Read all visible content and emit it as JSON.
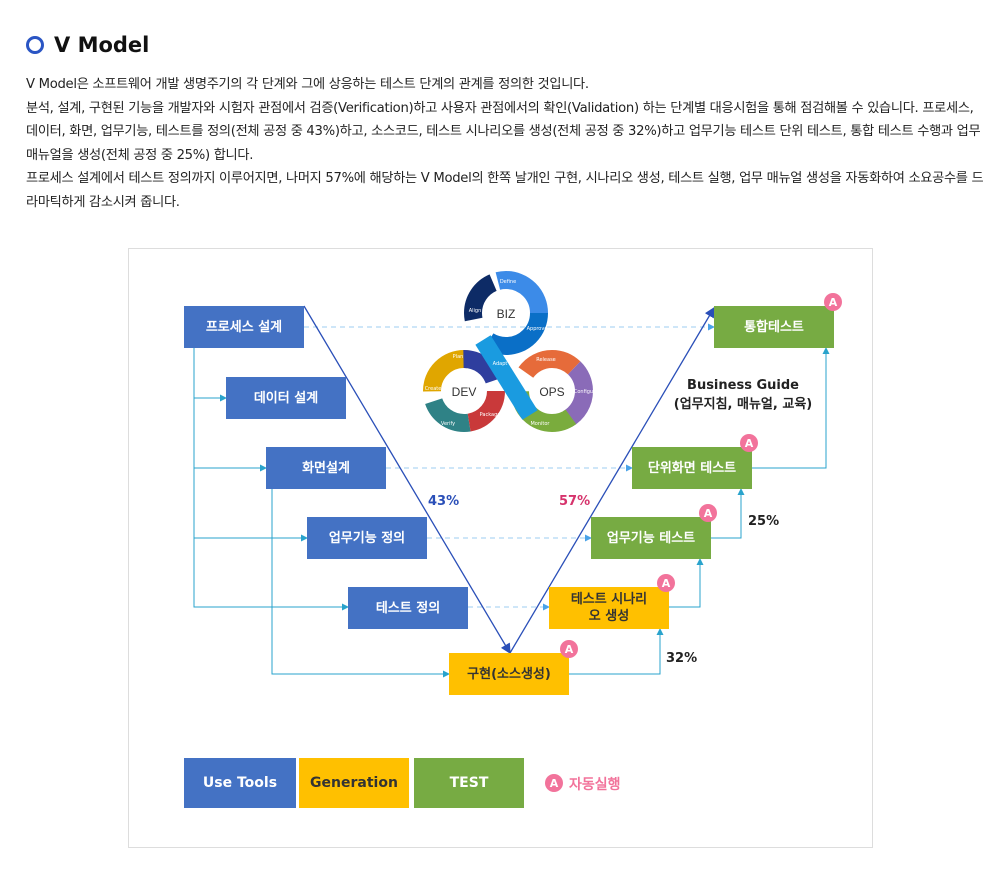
{
  "title": "V Model",
  "description": [
    "V Model은 소프트웨어 개발 생명주기의 각 단계와 그에 상응하는 테스트 단계의 관계를 정의한 것입니다.",
    "분석, 설계, 구현된 기능을 개발자와 시험자 관점에서 검증(Verification)하고 사용자 관점에서의 확인(Validation) 하는 단계별 대응시험을 통해 점검해볼 수 있습니다. 프로세스, 데이터, 화면, 업무기능, 테스트를 정의(전체 공정 중 43%)하고, 소스코드, 테스트 시나리오를 생성(전체 공정 중 32%)하고 업무기능 테스트 단위 테스트, 통합 테스트 수행과  업무 매뉴얼을 생성(전체 공정 중 25%) 합니다.",
    "프로세스 설계에서 테스트 정의까지 이루어지면, 나머지 57%에 해당하는 V Model의 한쪽 날개인 구현, 시나리오 생성, 테스트 실행, 업무 매뉴얼 생성을 자동화하여 소요공수를 드라마틱하게 감소시켜 줍니다."
  ],
  "left_boxes": [
    "프로세스 설계",
    "데이터 설계",
    "화면설계",
    "업무기능 정의",
    "테스트 정의"
  ],
  "bottom_box": "구현(소스생성)",
  "right_boxes": [
    "테스트 시나리오 생성",
    "업무기능 테스트",
    "단위화면 테스트",
    "통합테스트"
  ],
  "badge": "A",
  "percent_left": "43%",
  "percent_right": "57%",
  "percent_32": "32%",
  "percent_25": "25%",
  "business_guide": [
    "Business Guide",
    "(업무지침, 매뉴얼, 교육)"
  ],
  "devops": {
    "biz": "BIZ",
    "dev": "DEV",
    "ops": "OPS",
    "segments": [
      "Define",
      "Approve",
      "Align",
      "Adapt",
      "Plan",
      "Create",
      "Verify",
      "Package",
      "Release",
      "Configure",
      "Monitor"
    ]
  },
  "legend": {
    "tools": "Use Tools",
    "generation": "Generation",
    "test": "TEST",
    "auto": "자동실행"
  },
  "colors": {
    "blue": "#4472c4",
    "yellow": "#ffc000",
    "green": "#77ab43",
    "badge": "#f2739b",
    "line": "#29a3cc"
  }
}
